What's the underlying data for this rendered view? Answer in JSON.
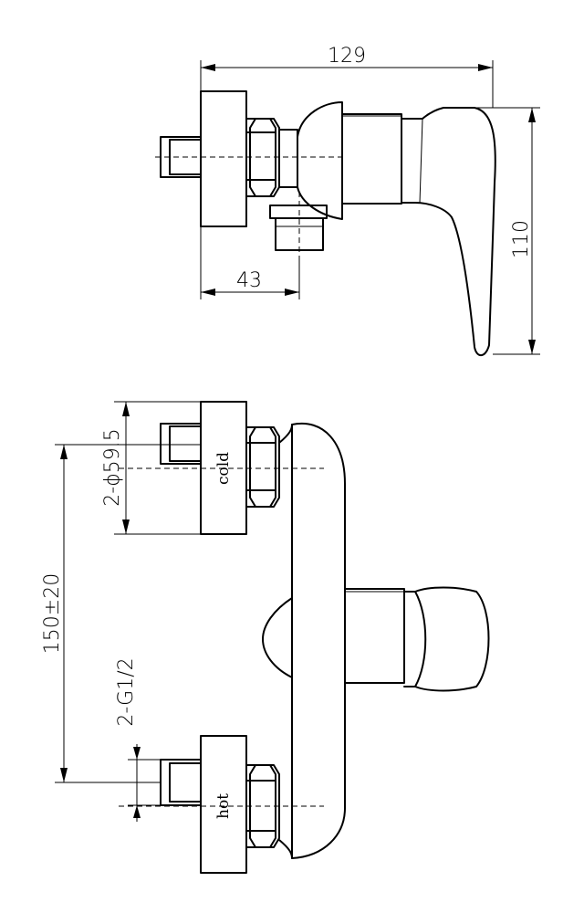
{
  "dimensions": {
    "overall_width": "129",
    "overall_height": "110",
    "inlet_offset": "43",
    "flange_diameter": "2-ϕ59.5",
    "inlet_spacing": "150±20",
    "thread_size": "2-G1/2"
  },
  "labels": {
    "cold": "cold",
    "hot": "hot"
  }
}
